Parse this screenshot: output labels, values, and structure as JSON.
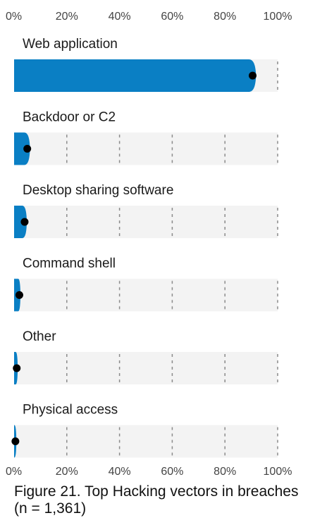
{
  "chart_data": {
    "type": "bar",
    "orientation": "horizontal",
    "title": "Figure 21. Top Hacking vectors in breaches (n = 1,361)",
    "categories": [
      "Web application",
      "Backdoor or C2",
      "Desktop sharing software",
      "Command shell",
      "Other",
      "Physical access"
    ],
    "values": [
      90.5,
      5,
      4,
      2,
      1,
      0.5
    ],
    "xlim": [
      0,
      100
    ],
    "x_ticks": [
      0,
      20,
      40,
      60,
      80,
      100
    ],
    "x_tick_labels": [
      "0%",
      "20%",
      "40%",
      "60%",
      "80%",
      "100%"
    ],
    "grid": true,
    "colors": {
      "bar": "#0a7fc4",
      "track": "#f3f3f3",
      "point": "#000000",
      "grid": "#8a8a8a"
    }
  }
}
